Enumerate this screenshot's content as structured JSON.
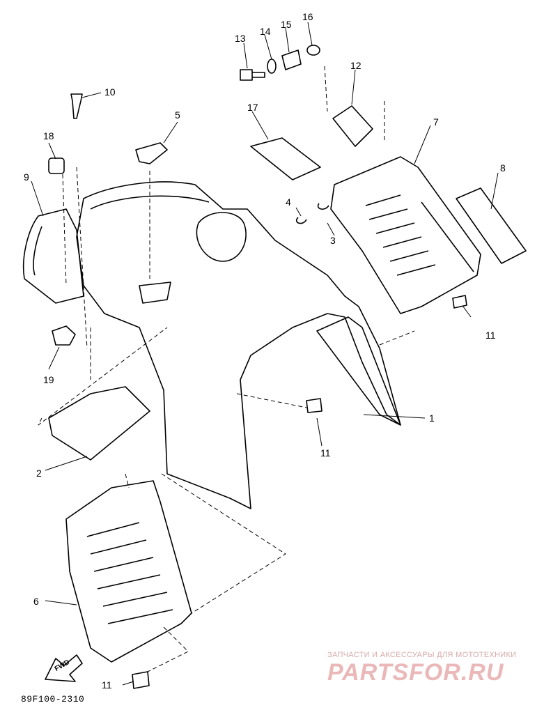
{
  "labels": {
    "p1": "1",
    "p2": "2",
    "p3": "3",
    "p4": "4",
    "p5": "5",
    "p6": "6",
    "p7": "7",
    "p8": "8",
    "p9": "9",
    "p10": "10",
    "p11a": "11",
    "p11b": "11",
    "p11c": "11",
    "p12": "12",
    "p13": "13",
    "p14": "14",
    "p15": "15",
    "p16": "16",
    "p17": "17",
    "p18": "18",
    "p19": "19"
  },
  "fwd_label": "FWD",
  "diagram_code": "89F100-2310",
  "watermark": {
    "tagline": "ЗАПЧАСТИ И АКСЕССУАРЫ ДЛЯ МОТОТЕХНИКИ",
    "brand": "PARTSFOR.RU"
  },
  "colors": {
    "line": "#000000",
    "watermark": "#e8b4b4"
  }
}
